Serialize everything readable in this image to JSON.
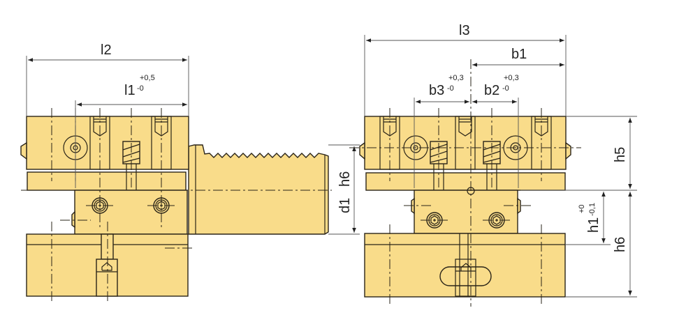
{
  "drawing": {
    "fill_color": "#f9dc8a",
    "line_color": "#2a2418",
    "dimensions": {
      "l2": "l2",
      "l1": "l1",
      "l1_lower": "-0",
      "l1_upper": "+0,5",
      "l3": "l3",
      "b1": "b1",
      "b3": "b3",
      "b3_lower": "-0",
      "b3_upper": "+0,3",
      "b2": "b2",
      "b2_lower": "-0",
      "b2_upper": "+0,3",
      "h6_left": "h6",
      "d1": "d1",
      "h5": "h5",
      "h1": "h1",
      "h1_upper": "+0",
      "h1_lower": "-0,1",
      "h6_right": "h6"
    }
  }
}
